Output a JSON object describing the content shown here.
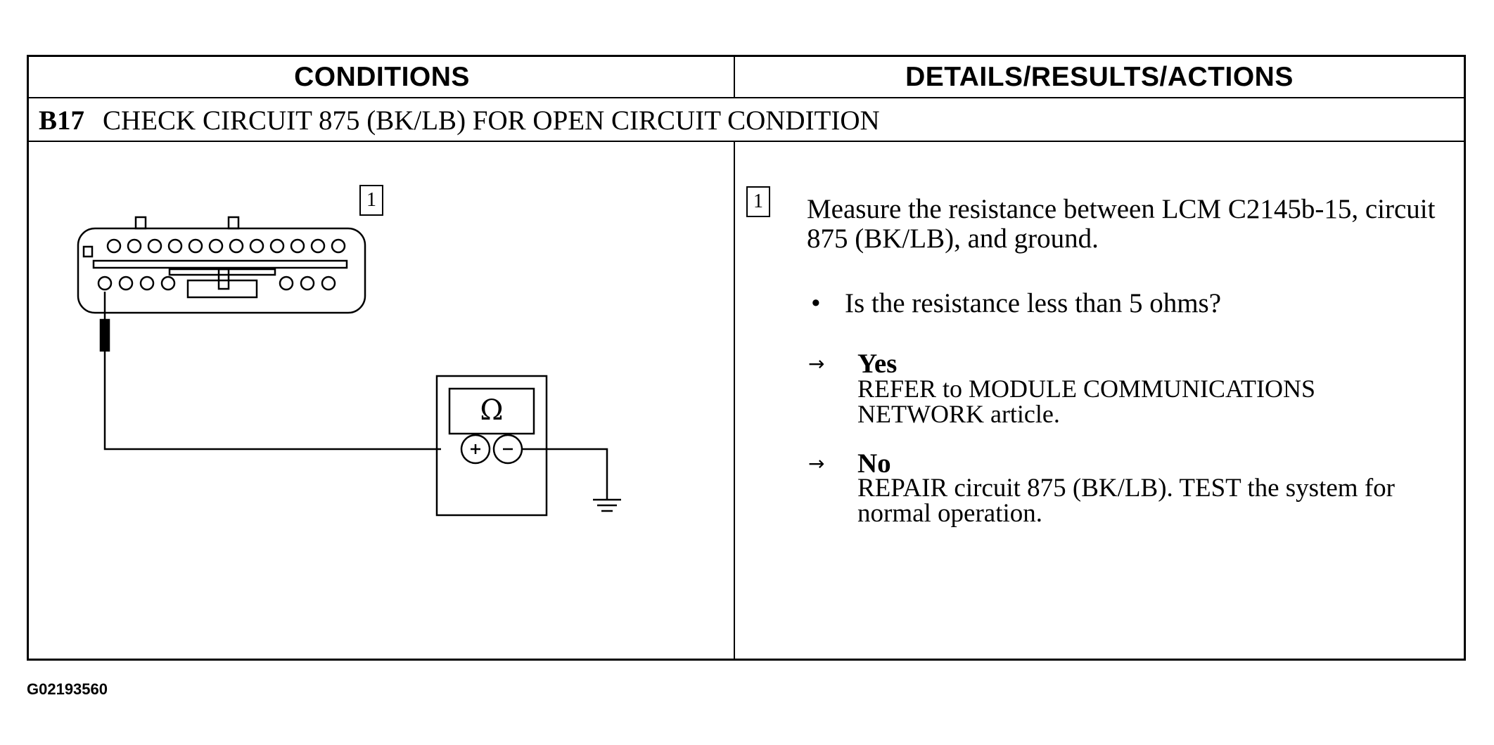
{
  "header": {
    "conditions": "CONDITIONS",
    "details": "DETAILS/RESULTS/ACTIONS"
  },
  "step": {
    "code": "B17",
    "title": "CHECK CIRCUIT 875 (BK/LB) FOR OPEN CIRCUIT CONDITION"
  },
  "diagram": {
    "step_marker": "1",
    "meter_symbol": "Ω",
    "plus_symbol": "+",
    "minus_symbol": "−",
    "icons": [
      "connector-icon",
      "multimeter-icon",
      "ground-icon",
      "probe-icon"
    ]
  },
  "details": {
    "step_marker": "1",
    "instruction": "Measure the resistance between LCM C2145b-15, circuit 875 (BK/LB), and ground.",
    "bullet_symbol": "•",
    "question": "Is the resistance less than 5 ohms?",
    "arrow_symbol": "→",
    "yes": {
      "label": "Yes",
      "text": "REFER to MODULE COMMUNICATIONS NETWORK article."
    },
    "no": {
      "label": "No",
      "text": "REPAIR circuit 875 (BK/LB). TEST the system for normal operation."
    }
  },
  "figure_code": "G02193560"
}
